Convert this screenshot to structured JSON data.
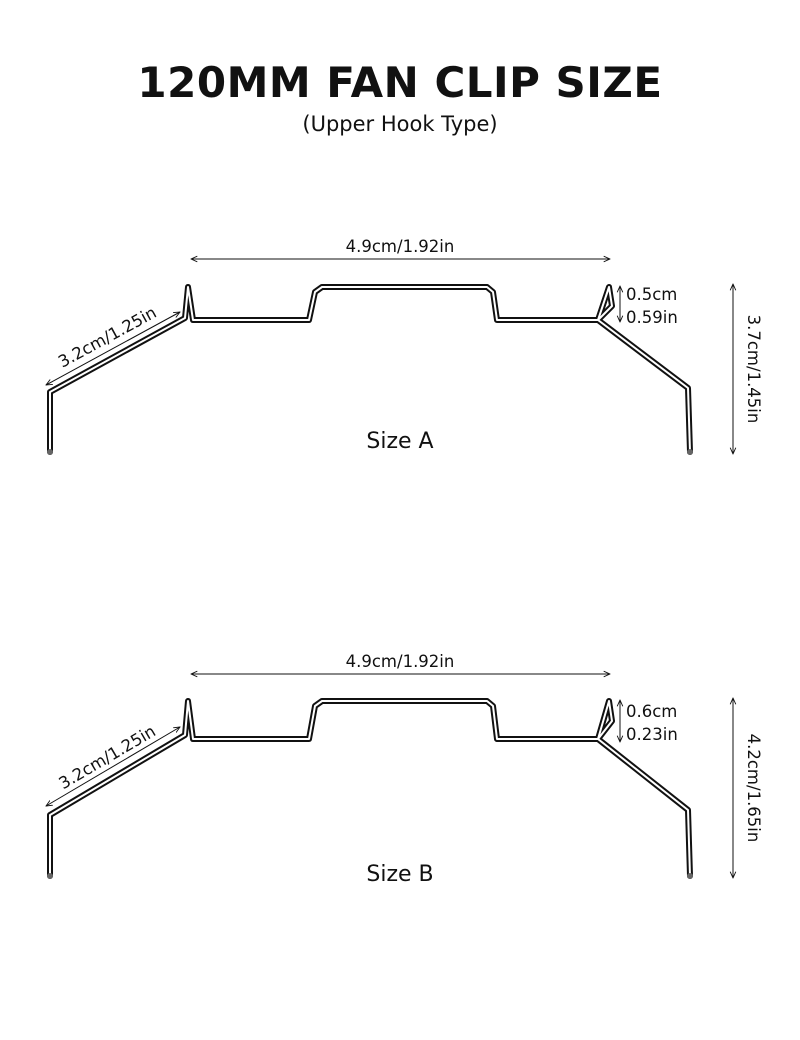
{
  "title": "120MM FAN CLIP SIZE",
  "subtitle": "(Upper Hook Type)",
  "clips": [
    {
      "label": "Size A",
      "width": "4.9cm/1.92in",
      "arm": "3.2cm/1.25in",
      "hook_cm": "0.5cm",
      "hook_in": "0.59in",
      "height": "3.7cm/1.45in"
    },
    {
      "label": "Size B",
      "width": "4.9cm/1.92in",
      "arm": "3.2cm/1.25in",
      "hook_cm": "0.6cm",
      "hook_in": "0.23in",
      "height": "4.2cm/1.65in"
    }
  ]
}
